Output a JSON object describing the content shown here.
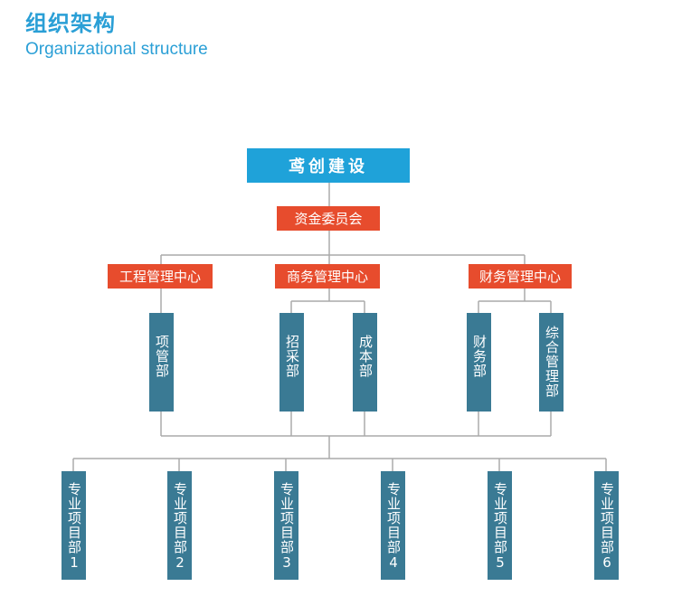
{
  "header": {
    "title_cn": "组织架构",
    "title_en": "Organizational structure"
  },
  "org": {
    "root": "鸢创建设",
    "committee": "资金委员会",
    "centers": [
      "工程管理中心",
      "商务管理中心",
      "财务管理中心"
    ],
    "departments": [
      "项管部",
      "招采部",
      "成本部",
      "财务部",
      "综合管理部"
    ],
    "projects": [
      "专业项目部1",
      "专业项目部2",
      "专业项目部3",
      "专业项目部4",
      "专业项目部5",
      "专业项目部6"
    ]
  },
  "colors": {
    "title": "#2a9fd6",
    "root": "#1fa2d9",
    "accent": "#e74c2d",
    "dept": "#3a7a94",
    "line": "#aaaaaa"
  }
}
